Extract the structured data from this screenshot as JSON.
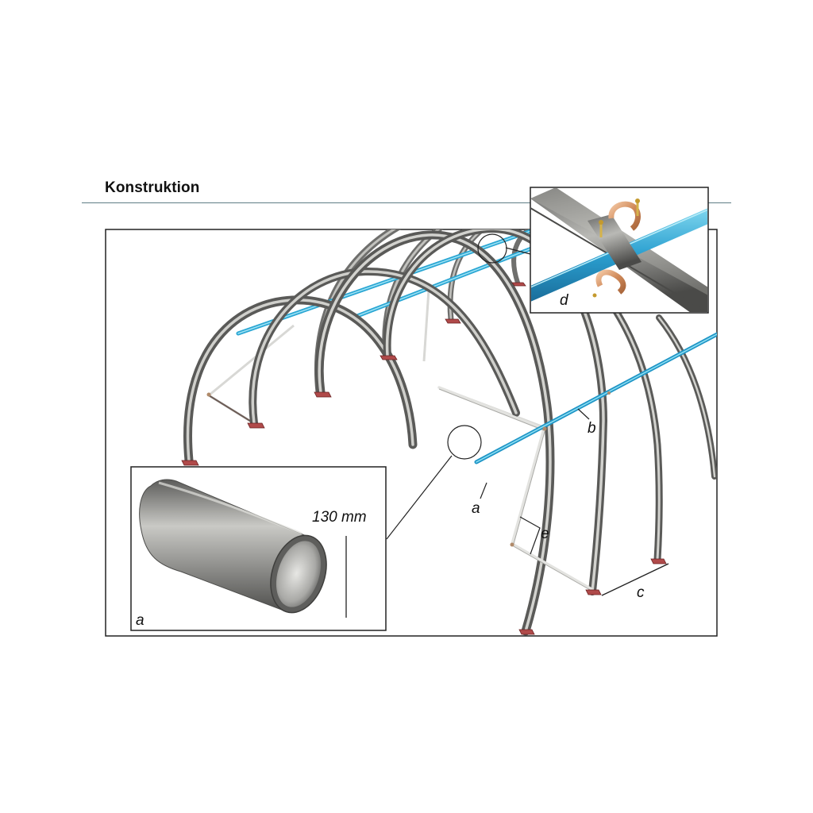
{
  "section": {
    "title": "Konstruktion"
  },
  "figure": {
    "labels": {
      "a_main": "a",
      "b": "b",
      "c": "c",
      "d": "d",
      "e": "e",
      "a_inset": "a",
      "dimension": "130 mm"
    },
    "colors": {
      "steel_arch": "#8e8e8c",
      "purlin_blue": "#3bb8d8",
      "base_plate": "#b04a4a",
      "clamp_copper": "#d9a07a",
      "frame": "#222222",
      "title_rule": "#5f7d86"
    }
  }
}
